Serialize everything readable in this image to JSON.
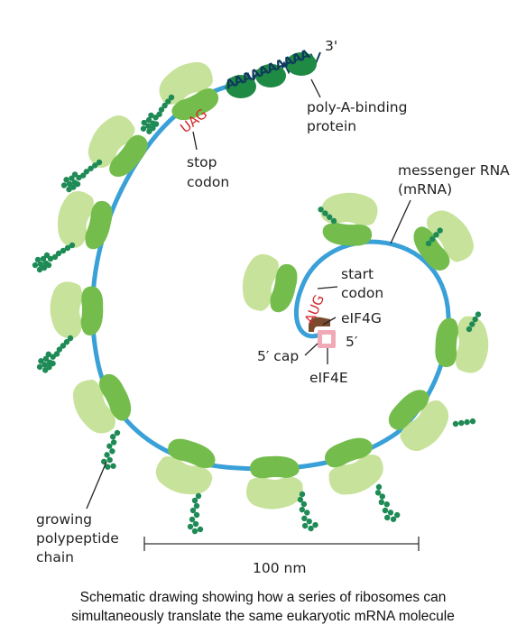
{
  "labels": {
    "three_prime": "3'",
    "poly_a": "AAAAAAAAAA",
    "poly_a_binding_line1": "poly-A-binding",
    "poly_a_binding_line2": "protein",
    "stop_codon_seq": "UAG",
    "stop_codon_line1": "stop",
    "stop_codon_line2": "codon",
    "mrna_line1": "messenger RNA",
    "mrna_line2": "(mRNA)",
    "start_codon_seq": "AUG",
    "start_codon_line1": "start",
    "start_codon_line2": "codon",
    "eif4g": "eIF4G",
    "five_prime": "5′",
    "five_prime_cap": "5′ cap",
    "eif4e": "eIF4E",
    "growing_line1": "growing",
    "growing_line2": "polypeptide",
    "growing_line3": "chain",
    "scale": "100 nm"
  },
  "caption": {
    "line1": "Schematic drawing showing how a series of ribosomes can",
    "line2": "simultaneously translate the same eukaryotic mRNA molecule"
  },
  "colors": {
    "mrna": "#3aa0d8",
    "ribosome_large": "#c7e29a",
    "ribosome_small": "#74bd4c",
    "chain": "#1e8a55",
    "pabp": "#1e8a44",
    "codon": "#d4282c",
    "eif4g": "#7a4a2c",
    "eif4e": "#f2a9b6"
  }
}
